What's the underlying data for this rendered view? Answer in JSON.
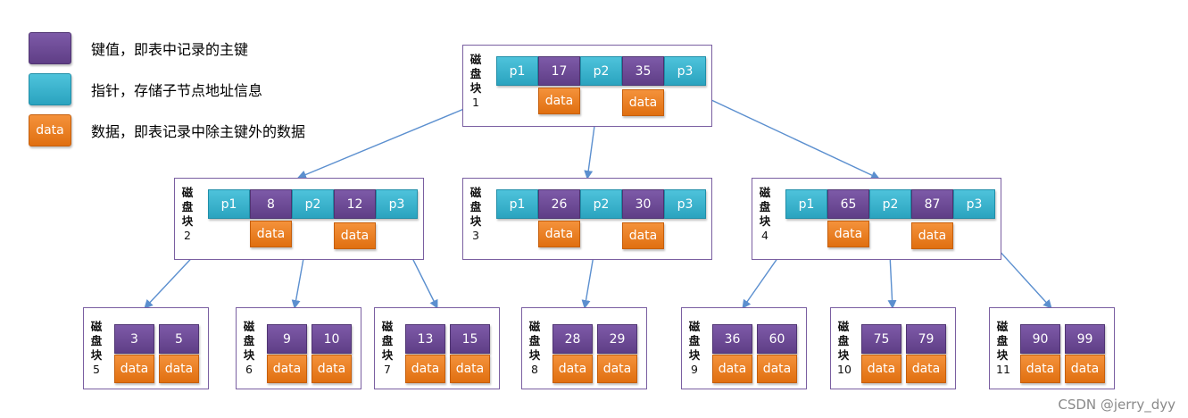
{
  "legend": [
    {
      "swatch_label": "",
      "text": "键值，即表中记录的主键"
    },
    {
      "swatch_label": "",
      "text": "指针，存储子节点地址信息"
    },
    {
      "swatch_label": "data",
      "text": "数据，即表记录中除主键外的数据"
    }
  ],
  "block_label_chars": [
    "磁",
    "盘",
    "块"
  ],
  "data_label": "data",
  "blocks": [
    {
      "num": "1",
      "pointers": [
        "p1",
        "p2",
        "p3"
      ],
      "keys": [
        "17",
        "35"
      ]
    },
    {
      "num": "2",
      "pointers": [
        "p1",
        "p2",
        "p3"
      ],
      "keys": [
        "8",
        "12"
      ]
    },
    {
      "num": "3",
      "pointers": [
        "p1",
        "p2",
        "p3"
      ],
      "keys": [
        "26",
        "30"
      ]
    },
    {
      "num": "4",
      "pointers": [
        "p1",
        "p2",
        "p3"
      ],
      "keys": [
        "65",
        "87"
      ]
    },
    {
      "num": "5",
      "keys": [
        "3",
        "5"
      ]
    },
    {
      "num": "6",
      "keys": [
        "9",
        "10"
      ]
    },
    {
      "num": "7",
      "keys": [
        "13",
        "15"
      ]
    },
    {
      "num": "8",
      "keys": [
        "28",
        "29"
      ]
    },
    {
      "num": "9",
      "keys": [
        "36",
        "60"
      ]
    },
    {
      "num": "10",
      "keys": [
        "75",
        "79"
      ]
    },
    {
      "num": "11",
      "keys": [
        "90",
        "99"
      ]
    }
  ],
  "watermark": "CSDN @jerry_dyy",
  "colors": {
    "key": "#6a4a93",
    "pointer": "#33b2cc",
    "data": "#ea7d22",
    "border": "#7a5fa1",
    "arrow": "#5b8fcf"
  }
}
